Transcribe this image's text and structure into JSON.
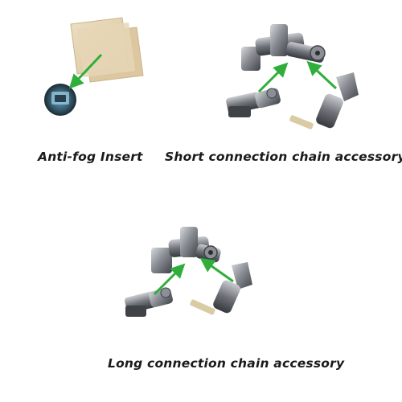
{
  "captions": {
    "anti_fog": "Anti-fog Insert",
    "short_chain": "Short connection chain accessory",
    "long_chain": "Long connection chain accessory"
  },
  "colors": {
    "background": "#ffffff",
    "arrow": "#2fae3c",
    "insert_paper": "#e3d2b0",
    "metal_dark": "#4a4d52",
    "metal_light": "#b9bcc1",
    "screw_tip": "#d9cba3"
  }
}
